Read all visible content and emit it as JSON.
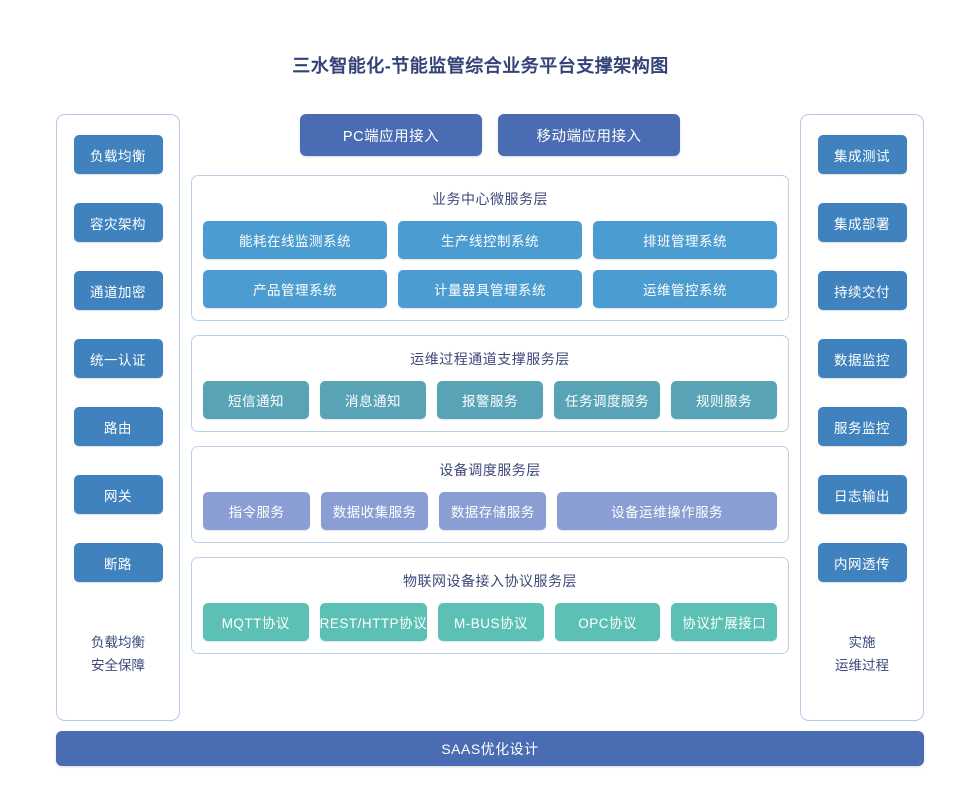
{
  "title": "三水智能化-节能监管综合业务平台支撑架构图",
  "colors": {
    "title_text": "#334377",
    "sidebar_chip": "#3f82be",
    "access_chip": "#4a6cb3",
    "business_cell": "#4b9cd0",
    "ops_cell": "#58a3b6",
    "device_cell": "#8a9ed4",
    "iot_cell": "#5cc1b4",
    "panel_border": "#bcd0e8",
    "bottom_bar": "#4a6cb3"
  },
  "left_column": {
    "items": [
      {
        "label": "负载均衡"
      },
      {
        "label": "容灾架构"
      },
      {
        "label": "通道加密"
      },
      {
        "label": "统一认证"
      },
      {
        "label": "路由"
      },
      {
        "label": "网关"
      },
      {
        "label": "断路"
      }
    ],
    "footer_line1": "负载均衡",
    "footer_line2": "安全保障"
  },
  "right_column": {
    "items": [
      {
        "label": "集成测试"
      },
      {
        "label": "集成部署"
      },
      {
        "label": "持续交付"
      },
      {
        "label": "数据监控"
      },
      {
        "label": "服务监控"
      },
      {
        "label": "日志输出"
      },
      {
        "label": "内网透传"
      }
    ],
    "footer_line1": "实施",
    "footer_line2": "运维过程"
  },
  "access": {
    "items": [
      {
        "label": "PC端应用接入"
      },
      {
        "label": "移动端应用接入"
      }
    ]
  },
  "layers": [
    {
      "key": "business",
      "title": "业务中心微服务层",
      "rows": [
        [
          {
            "label": "能耗在线监测系统"
          },
          {
            "label": "生产线控制系统"
          },
          {
            "label": "排班管理系统"
          }
        ],
        [
          {
            "label": "产品管理系统"
          },
          {
            "label": "计量器具管理系统"
          },
          {
            "label": "运维管控系统"
          }
        ]
      ]
    },
    {
      "key": "ops",
      "title": "运维过程通道支撑服务层",
      "rows": [
        [
          {
            "label": "短信通知"
          },
          {
            "label": "消息通知"
          },
          {
            "label": "报警服务"
          },
          {
            "label": "任务调度服务"
          },
          {
            "label": "规则服务"
          }
        ]
      ]
    },
    {
      "key": "device",
      "title": "设备调度服务层",
      "rows": [
        [
          {
            "label": "指令服务"
          },
          {
            "label": "数据收集服务"
          },
          {
            "label": "数据存储服务"
          },
          {
            "label": "设备运维操作服务",
            "wide": true
          }
        ]
      ]
    },
    {
      "key": "iot",
      "title": "物联网设备接入协议服务层",
      "rows": [
        [
          {
            "label": "MQTT协议"
          },
          {
            "label": "REST/HTTP协议"
          },
          {
            "label": "M-BUS协议"
          },
          {
            "label": "OPC协议"
          },
          {
            "label": "协议扩展接口"
          }
        ]
      ]
    }
  ],
  "bottom_bar": {
    "label": "SAAS优化设计"
  }
}
